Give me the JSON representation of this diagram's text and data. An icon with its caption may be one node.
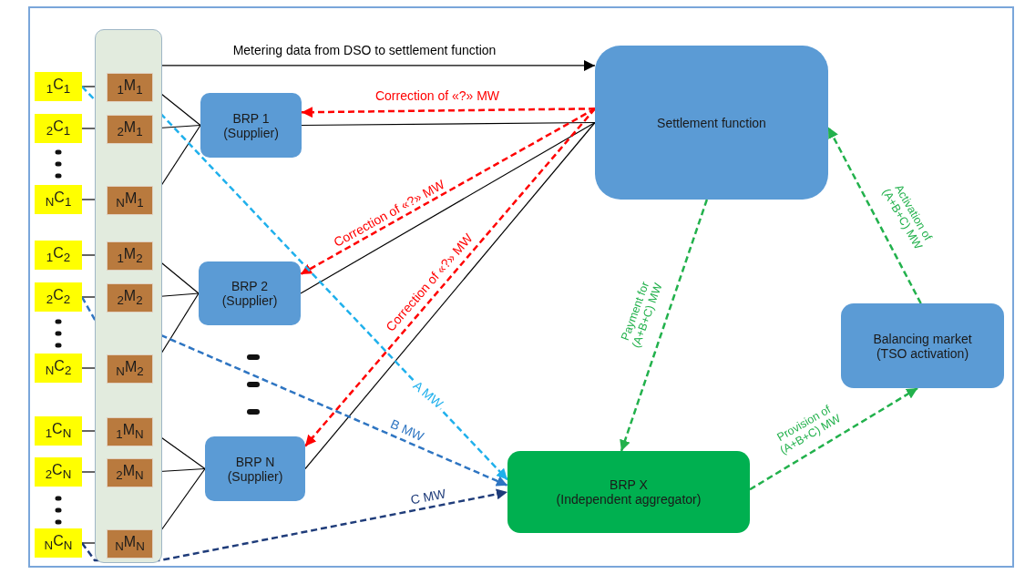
{
  "diagram": {
    "nodes": [
      {
        "text": [],
        "shape": "box"
      },
      {
        "text": [
          "$_{1}$C$_{1}$"
        ]
      },
      {
        "text": [
          "$_{2}$C$_{1}$"
        ]
      },
      {
        "text": [
          "$_{N}$C$_{1}$"
        ]
      },
      {
        "text": [
          "$_{1}$C$_{2}$"
        ]
      },
      {
        "text": [
          "$_{2}$C$_{2}$"
        ]
      },
      {
        "text": [
          "$_{N}$C$_{2}$"
        ]
      },
      {
        "text": [
          "$_{1}$C$_{N}$"
        ]
      },
      {
        "text": [
          "$_{2}$C$_{N}$"
        ]
      },
      {
        "text": [
          "$_{N}$C$_{N}$"
        ]
      },
      {
        "text": [
          "$_{1}$M$_{1}$"
        ],
        "in": 0
      },
      {
        "text": [
          "$_{2}$M$_{1}$"
        ],
        "in": 0
      },
      {
        "text": [
          "$_{N}$M$_{1}$"
        ],
        "in": 0
      },
      {
        "text": [
          "$_{1}$M$_{2}$"
        ],
        "in": 0
      },
      {
        "text": [
          "$_{2}$M$_{2}$"
        ],
        "in": 0
      },
      {
        "text": [
          "$_{N}$M$_{2}$"
        ],
        "in": 0
      },
      {
        "text": [
          "$_{1}$M$_{N}$"
        ],
        "in": 0
      },
      {
        "text": [
          "$_{2}$M$_{N}$"
        ],
        "in": 0
      },
      {
        "text": [
          "$_{N}$M$_{N}$"
        ],
        "in": 0
      },
      {
        "text": [
          "BRP 1",
          "(Supplier)"
        ]
      },
      {
        "text": [
          "BRP 2",
          "(Supplier)"
        ]
      },
      {
        "text": [
          "BRP N",
          "(Supplier)"
        ]
      },
      {
        "text": [
          "Settlement function"
        ]
      },
      {
        "text": [
          "Balancing market",
          "(TSO activation)"
        ]
      },
      {
        "text": [
          "BRP X",
          "(Independent aggregator)"
        ]
      }
    ],
    "edges": [
      {
        "from": 1,
        "to": 10,
        "arrow": "none"
      },
      {
        "from": 2,
        "to": 11,
        "arrow": "none"
      },
      {
        "from": 3,
        "to": 12,
        "arrow": "none"
      },
      {
        "from": 4,
        "to": 13,
        "arrow": "none"
      },
      {
        "from": 5,
        "to": 14,
        "arrow": "none"
      },
      {
        "from": 6,
        "to": 15,
        "arrow": "none"
      },
      {
        "from": 7,
        "to": 16,
        "arrow": "none"
      },
      {
        "from": 8,
        "to": 17,
        "arrow": "none"
      },
      {
        "from": 9,
        "to": 18,
        "arrow": "none"
      },
      {
        "from": 10,
        "to": 19,
        "arrow": "none"
      },
      {
        "from": 11,
        "to": 19,
        "arrow": "none"
      },
      {
        "from": 12,
        "to": 19,
        "arrow": "none"
      },
      {
        "from": 13,
        "to": 20,
        "arrow": "none"
      },
      {
        "from": 14,
        "to": 20,
        "arrow": "none"
      },
      {
        "from": 15,
        "to": 20,
        "arrow": "none"
      },
      {
        "from": 16,
        "to": 21,
        "arrow": "none"
      },
      {
        "from": 17,
        "to": 21,
        "arrow": "none"
      },
      {
        "from": 18,
        "to": 21,
        "arrow": "none"
      },
      {
        "from": 0,
        "to": 22,
        "arrow": "to",
        "label": "Metering data from DSO to settlement function"
      },
      {
        "from": 19,
        "to": 22,
        "arrow": "none"
      },
      {
        "from": 20,
        "to": 22,
        "arrow": "none"
      },
      {
        "from": 21,
        "to": 22,
        "arrow": "none"
      },
      {
        "from": 22,
        "to": 19,
        "arrow": "to",
        "label": "Correction of «?» MW",
        "style": "dashed",
        "color": "#ff0000"
      },
      {
        "from": 22,
        "to": 20,
        "arrow": "to",
        "label": "Correction of «?» MW",
        "style": "dashed",
        "color": "#ff0000"
      },
      {
        "from": 22,
        "to": 21,
        "arrow": "to",
        "label": "Correction of «?» MW",
        "style": "dashed",
        "color": "#ff0000"
      },
      {
        "from": 1,
        "to": 24,
        "arrow": "to",
        "label": "A MW",
        "style": "dashed",
        "color": "#1fb0ec"
      },
      {
        "from": 5,
        "to": 24,
        "arrow": "to",
        "label": "B MW",
        "style": "dashed",
        "color": "#2e75c2"
      },
      {
        "from": 9,
        "to": 24,
        "arrow": "to",
        "label": "C MW",
        "style": "dashed",
        "color": "#1f3c7a"
      },
      {
        "from": 22,
        "to": 24,
        "arrow": "to",
        "label": "Payment for (A+B+C) MW",
        "style": "dashed",
        "color": "#22b14c"
      },
      {
        "from": 24,
        "to": 23,
        "arrow": "to",
        "label": "Provision of (A+B+C) MW",
        "style": "dashed",
        "color": "#22b14c"
      },
      {
        "from": 23,
        "to": 22,
        "arrow": "to",
        "label": "Activation of (A+B+C) MW",
        "style": "dashed",
        "color": "#22b14c"
      }
    ]
  }
}
